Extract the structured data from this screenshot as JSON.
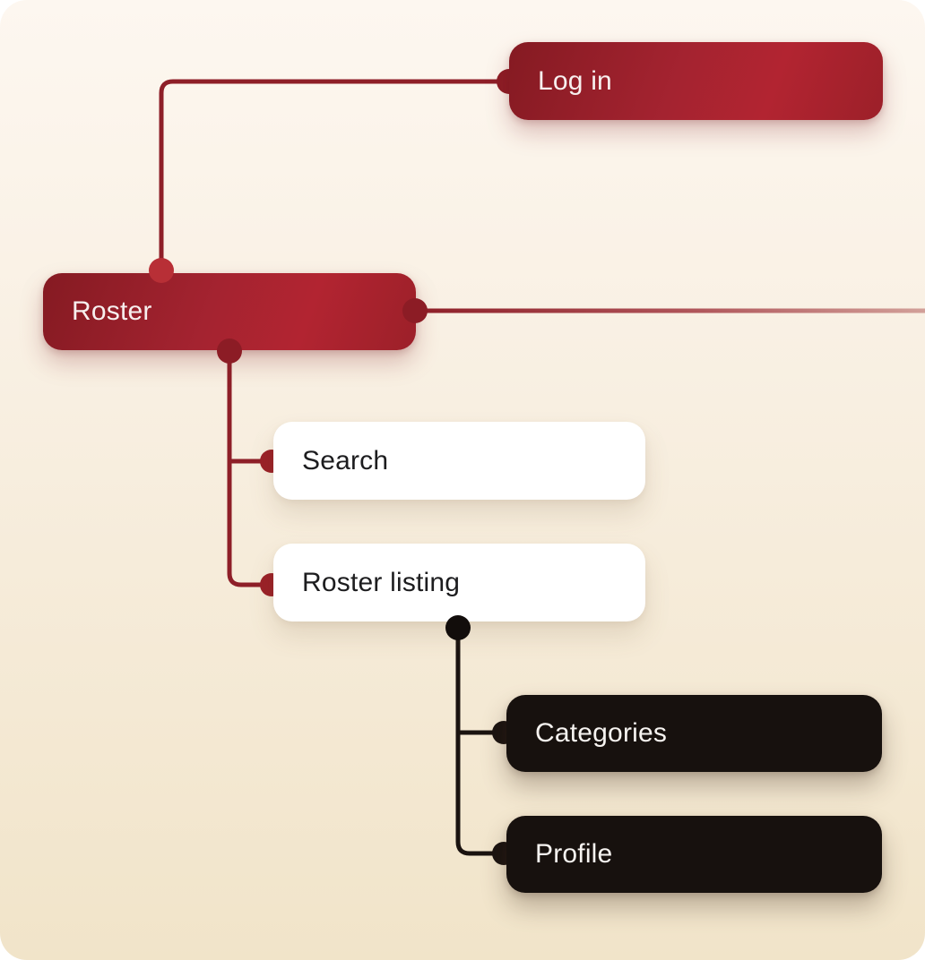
{
  "diagram": {
    "type": "sitemap-flowchart",
    "nodes": {
      "login": {
        "label": "Log in",
        "variant": "red"
      },
      "roster": {
        "label": "Roster",
        "variant": "red"
      },
      "search": {
        "label": "Search",
        "variant": "white"
      },
      "roster_listing": {
        "label": "Roster listing",
        "variant": "white"
      },
      "categories": {
        "label": "Categories",
        "variant": "dark"
      },
      "profile": {
        "label": "Profile",
        "variant": "dark"
      }
    },
    "edges": [
      {
        "from": "roster",
        "to": "login"
      },
      {
        "from": "roster",
        "to": "offscreen_right"
      },
      {
        "from": "roster",
        "to": "search"
      },
      {
        "from": "roster",
        "to": "roster_listing"
      },
      {
        "from": "roster_listing",
        "to": "categories"
      },
      {
        "from": "roster_listing",
        "to": "profile"
      }
    ],
    "colors": {
      "red_node_bright": "#b22431",
      "red_node_dark": "#851a22",
      "red_line": "#8e1f28",
      "red_line_faded": "#d2a099",
      "red_dot_bright": "#b82f36",
      "red_dot_dark": "#8c1c25",
      "dark_node": "#17110e",
      "dark_line": "#1a1310",
      "white_node": "#ffffff",
      "background_top": "#fdf7f0",
      "background_bottom": "#f1e4c9"
    }
  }
}
